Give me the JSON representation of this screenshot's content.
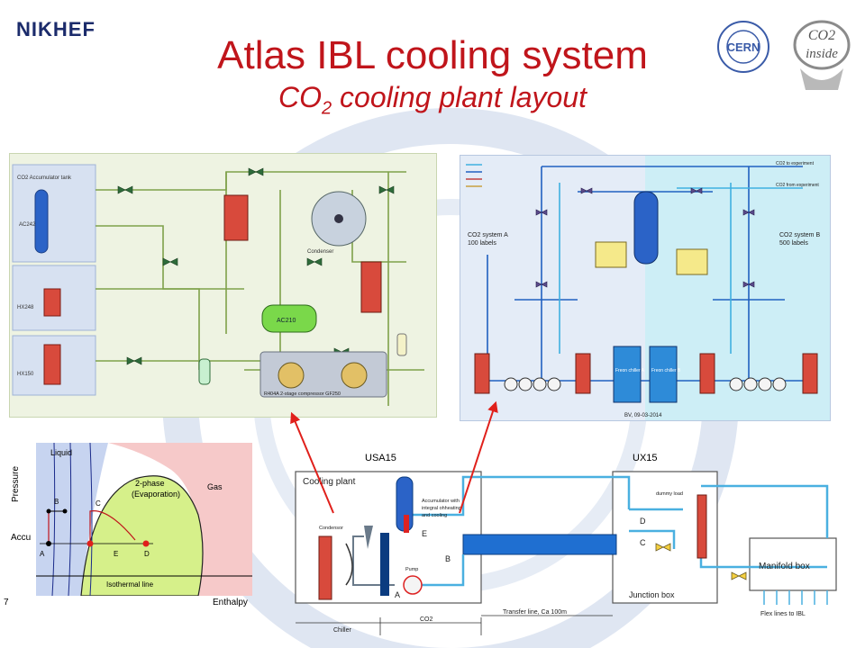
{
  "header": {
    "logo_left": "NIKHEF",
    "logo_cern": "CERN",
    "logo_co2_line1": "CO2",
    "logo_co2_line2": "inside",
    "title": "Atlas IBL cooling system",
    "subtitle_prefix": "CO",
    "subtitle_sub": "2",
    "subtitle_suffix": " cooling plant layout"
  },
  "ph_diagram": {
    "axis_y": "Pressure",
    "axis_x": "Enthalpy",
    "liquid": "Liquid",
    "gas": "Gas",
    "two_phase": "2-phase",
    "evaporation": "(Evaporation)",
    "accu": "Accu",
    "isothermal": "Isothermal line",
    "points": [
      "A",
      "B",
      "C",
      "D",
      "E"
    ],
    "page_number": "7"
  },
  "layout_diagram": {
    "label_usa15": "USA15",
    "label_ux15": "UX15",
    "cooling_plant": "Cooling plant",
    "accumulator_note_1": "Accumulator with",
    "accumulator_note_2": "integral ohheating",
    "accumulator_note_3": "and cooling",
    "condensor": "Condensor",
    "pump": "Pump",
    "dummy_load": "dummy load",
    "junction_box": "Junction box",
    "manifold_box": "Manifold box",
    "chiller": "Chiller",
    "co2": "CO2",
    "transfer_line": "Transfer line, Ca 100m",
    "flex_lines": "Flex lines to IBL",
    "points": [
      "A",
      "B",
      "C",
      "D",
      "E"
    ]
  },
  "schematic_left": {
    "box1_title": "CO2 Accumulator tank",
    "box1_tag": "AC242",
    "box2_tag": "HX248",
    "box3_tag": "HX150",
    "accumulator": "AC210",
    "chiller_note": "R404A 2-stage compressor GF250",
    "condenser_note": "Condenser"
  },
  "schematic_right": {
    "system_a": "CO2 system A",
    "system_a_sub": "100 labels",
    "system_b": "CO2 system B",
    "system_b_sub": "500 labels",
    "chiller_a": "Freon chiller A",
    "chiller_b": "Freon chiller B",
    "date": "BV, 09-03-2014",
    "to_experiment": "CO2 to experiment",
    "from_experiment": "CO2 from experiment"
  },
  "colors": {
    "title": "#c0151b",
    "arrow": "#e0201b",
    "liquid_region": "#c7d4f0",
    "gas_region": "#f6c9c9",
    "two_phase_region": "#d6f08a",
    "transfer_line": "#1f6fd1"
  }
}
